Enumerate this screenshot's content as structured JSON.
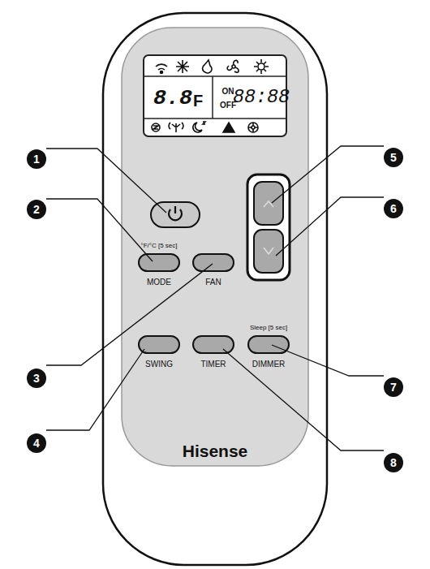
{
  "diagram": {
    "labels": [
      "1",
      "2",
      "3",
      "4",
      "5",
      "6",
      "7",
      "8",
      "°F/°C [5 sec]",
      "MODE",
      "FAN",
      "Sleep [5 sec]",
      "SWING",
      "TIMER",
      "DIMMER",
      "8.8",
      "F",
      "ON",
      "OFF",
      "88:88",
      "Hisense"
    ]
  }
}
